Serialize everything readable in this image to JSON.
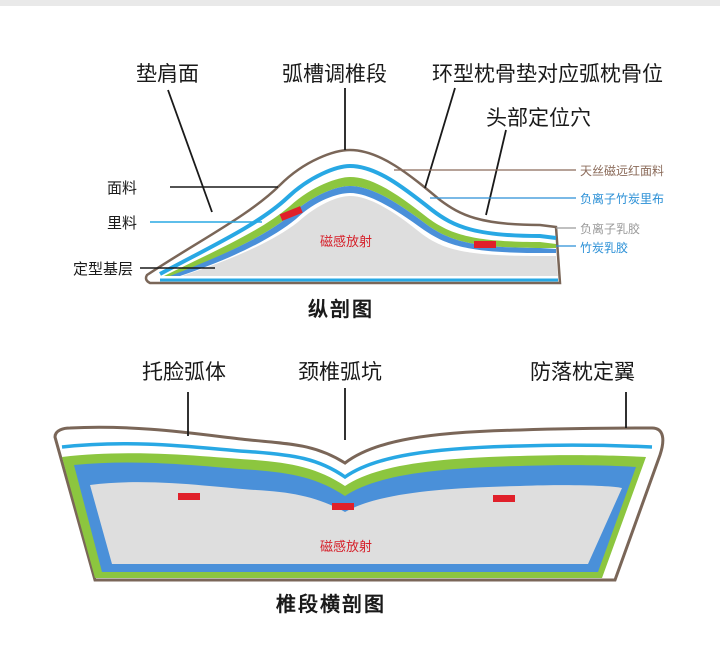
{
  "top": {
    "callouts": {
      "shoulder_pad": "垫肩面",
      "arc_groove": "弧槽调椎段",
      "ring_pillow": "环型枕骨垫对应弧枕骨位",
      "head_point": "头部定位穴"
    },
    "left_labels": {
      "fabric": "面料",
      "lining": "里料",
      "base": "定型基层"
    },
    "right_labels": {
      "tencel": {
        "text": "天丝磁远红面料",
        "color": "#8b6b5a"
      },
      "bamboo_lining": {
        "text": "负离子竹炭里布",
        "color": "#2a8fd6"
      },
      "latex": {
        "text": "负离子乳胶",
        "color": "#9a9a9a"
      },
      "bamboo_latex": {
        "text": "竹炭乳胶",
        "color": "#2a8fd6"
      }
    },
    "magnet": "磁感放射",
    "title": "纵剖图"
  },
  "bottom": {
    "callouts": {
      "face_arc": "托脸弧体",
      "neck_pit": "颈椎弧坑",
      "anti_fall": "防落枕定翼"
    },
    "magnet": "磁感放射",
    "title": "椎段横剖图"
  },
  "colors": {
    "outer_brown": "#7a6658",
    "blue_line": "#28a8e4",
    "green": "#8cc63f",
    "blue_layer": "#4a90d9",
    "core": "#dedede",
    "magnet_red": "#e0202a"
  }
}
